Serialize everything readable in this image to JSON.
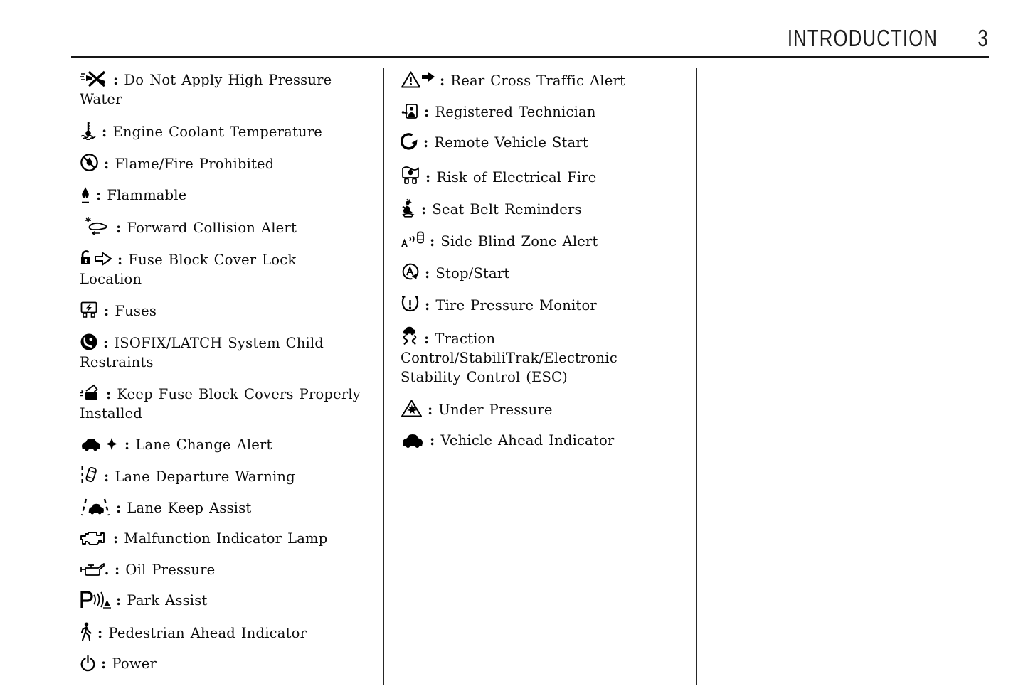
{
  "header": {
    "title": "INTRODUCTION",
    "page_number": "3"
  },
  "row_separator": ":",
  "columns": [
    {
      "items": [
        {
          "icon": "high-pressure-water-icon",
          "label": "Do Not Apply High Pressure Water"
        },
        {
          "icon": "engine-coolant-temperature-icon",
          "label": "Engine Coolant Temperature"
        },
        {
          "icon": "flame-fire-prohibited-icon",
          "label": "Flame/Fire Prohibited"
        },
        {
          "icon": "flammable-icon",
          "label": "Flammable"
        },
        {
          "icon": "forward-collision-alert-icon",
          "label": "Forward Collision Alert"
        },
        {
          "icon": "fuse-block-cover-lock-icon",
          "label": "Fuse Block Cover Lock Location"
        },
        {
          "icon": "fuses-icon",
          "label": "Fuses"
        },
        {
          "icon": "isofix-latch-icon",
          "label": "ISOFIX/LATCH System Child Restraints"
        },
        {
          "icon": "keep-fuse-block-covers-icon",
          "label": "Keep Fuse Block Covers Properly Installed"
        },
        {
          "icon": "lane-change-alert-icon",
          "label": "Lane Change Alert"
        },
        {
          "icon": "lane-departure-warning-icon",
          "label": "Lane Departure Warning"
        },
        {
          "icon": "lane-keep-assist-icon",
          "label": "Lane Keep Assist"
        },
        {
          "icon": "malfunction-indicator-lamp-icon",
          "label": "Malfunction Indicator Lamp"
        },
        {
          "icon": "oil-pressure-icon",
          "label": "Oil Pressure"
        },
        {
          "icon": "park-assist-icon",
          "label": "Park Assist"
        },
        {
          "icon": "pedestrian-ahead-icon",
          "label": "Pedestrian Ahead Indicator"
        },
        {
          "icon": "power-icon",
          "label": "Power"
        }
      ]
    },
    {
      "items": [
        {
          "icon": "rear-cross-traffic-alert-icon",
          "label": "Rear Cross Traffic Alert"
        },
        {
          "icon": "registered-technician-icon",
          "label": "Registered Technician"
        },
        {
          "icon": "remote-vehicle-start-icon",
          "label": "Remote Vehicle Start"
        },
        {
          "icon": "risk-of-electrical-fire-icon",
          "label": "Risk of Electrical Fire"
        },
        {
          "icon": "seat-belt-reminders-icon",
          "label": "Seat Belt Reminders"
        },
        {
          "icon": "side-blind-zone-alert-icon",
          "label": "Side Blind Zone Alert"
        },
        {
          "icon": "stop-start-icon",
          "label": "Stop/Start"
        },
        {
          "icon": "tire-pressure-monitor-icon",
          "label": "Tire Pressure Monitor"
        },
        {
          "icon": "traction-control-icon",
          "label": "Traction Control/StabiliTrak/Electronic Stability Control (ESC)"
        },
        {
          "icon": "under-pressure-icon",
          "label": "Under Pressure"
        },
        {
          "icon": "vehicle-ahead-indicator-icon",
          "label": "Vehicle Ahead Indicator"
        }
      ]
    },
    {
      "items": []
    }
  ]
}
